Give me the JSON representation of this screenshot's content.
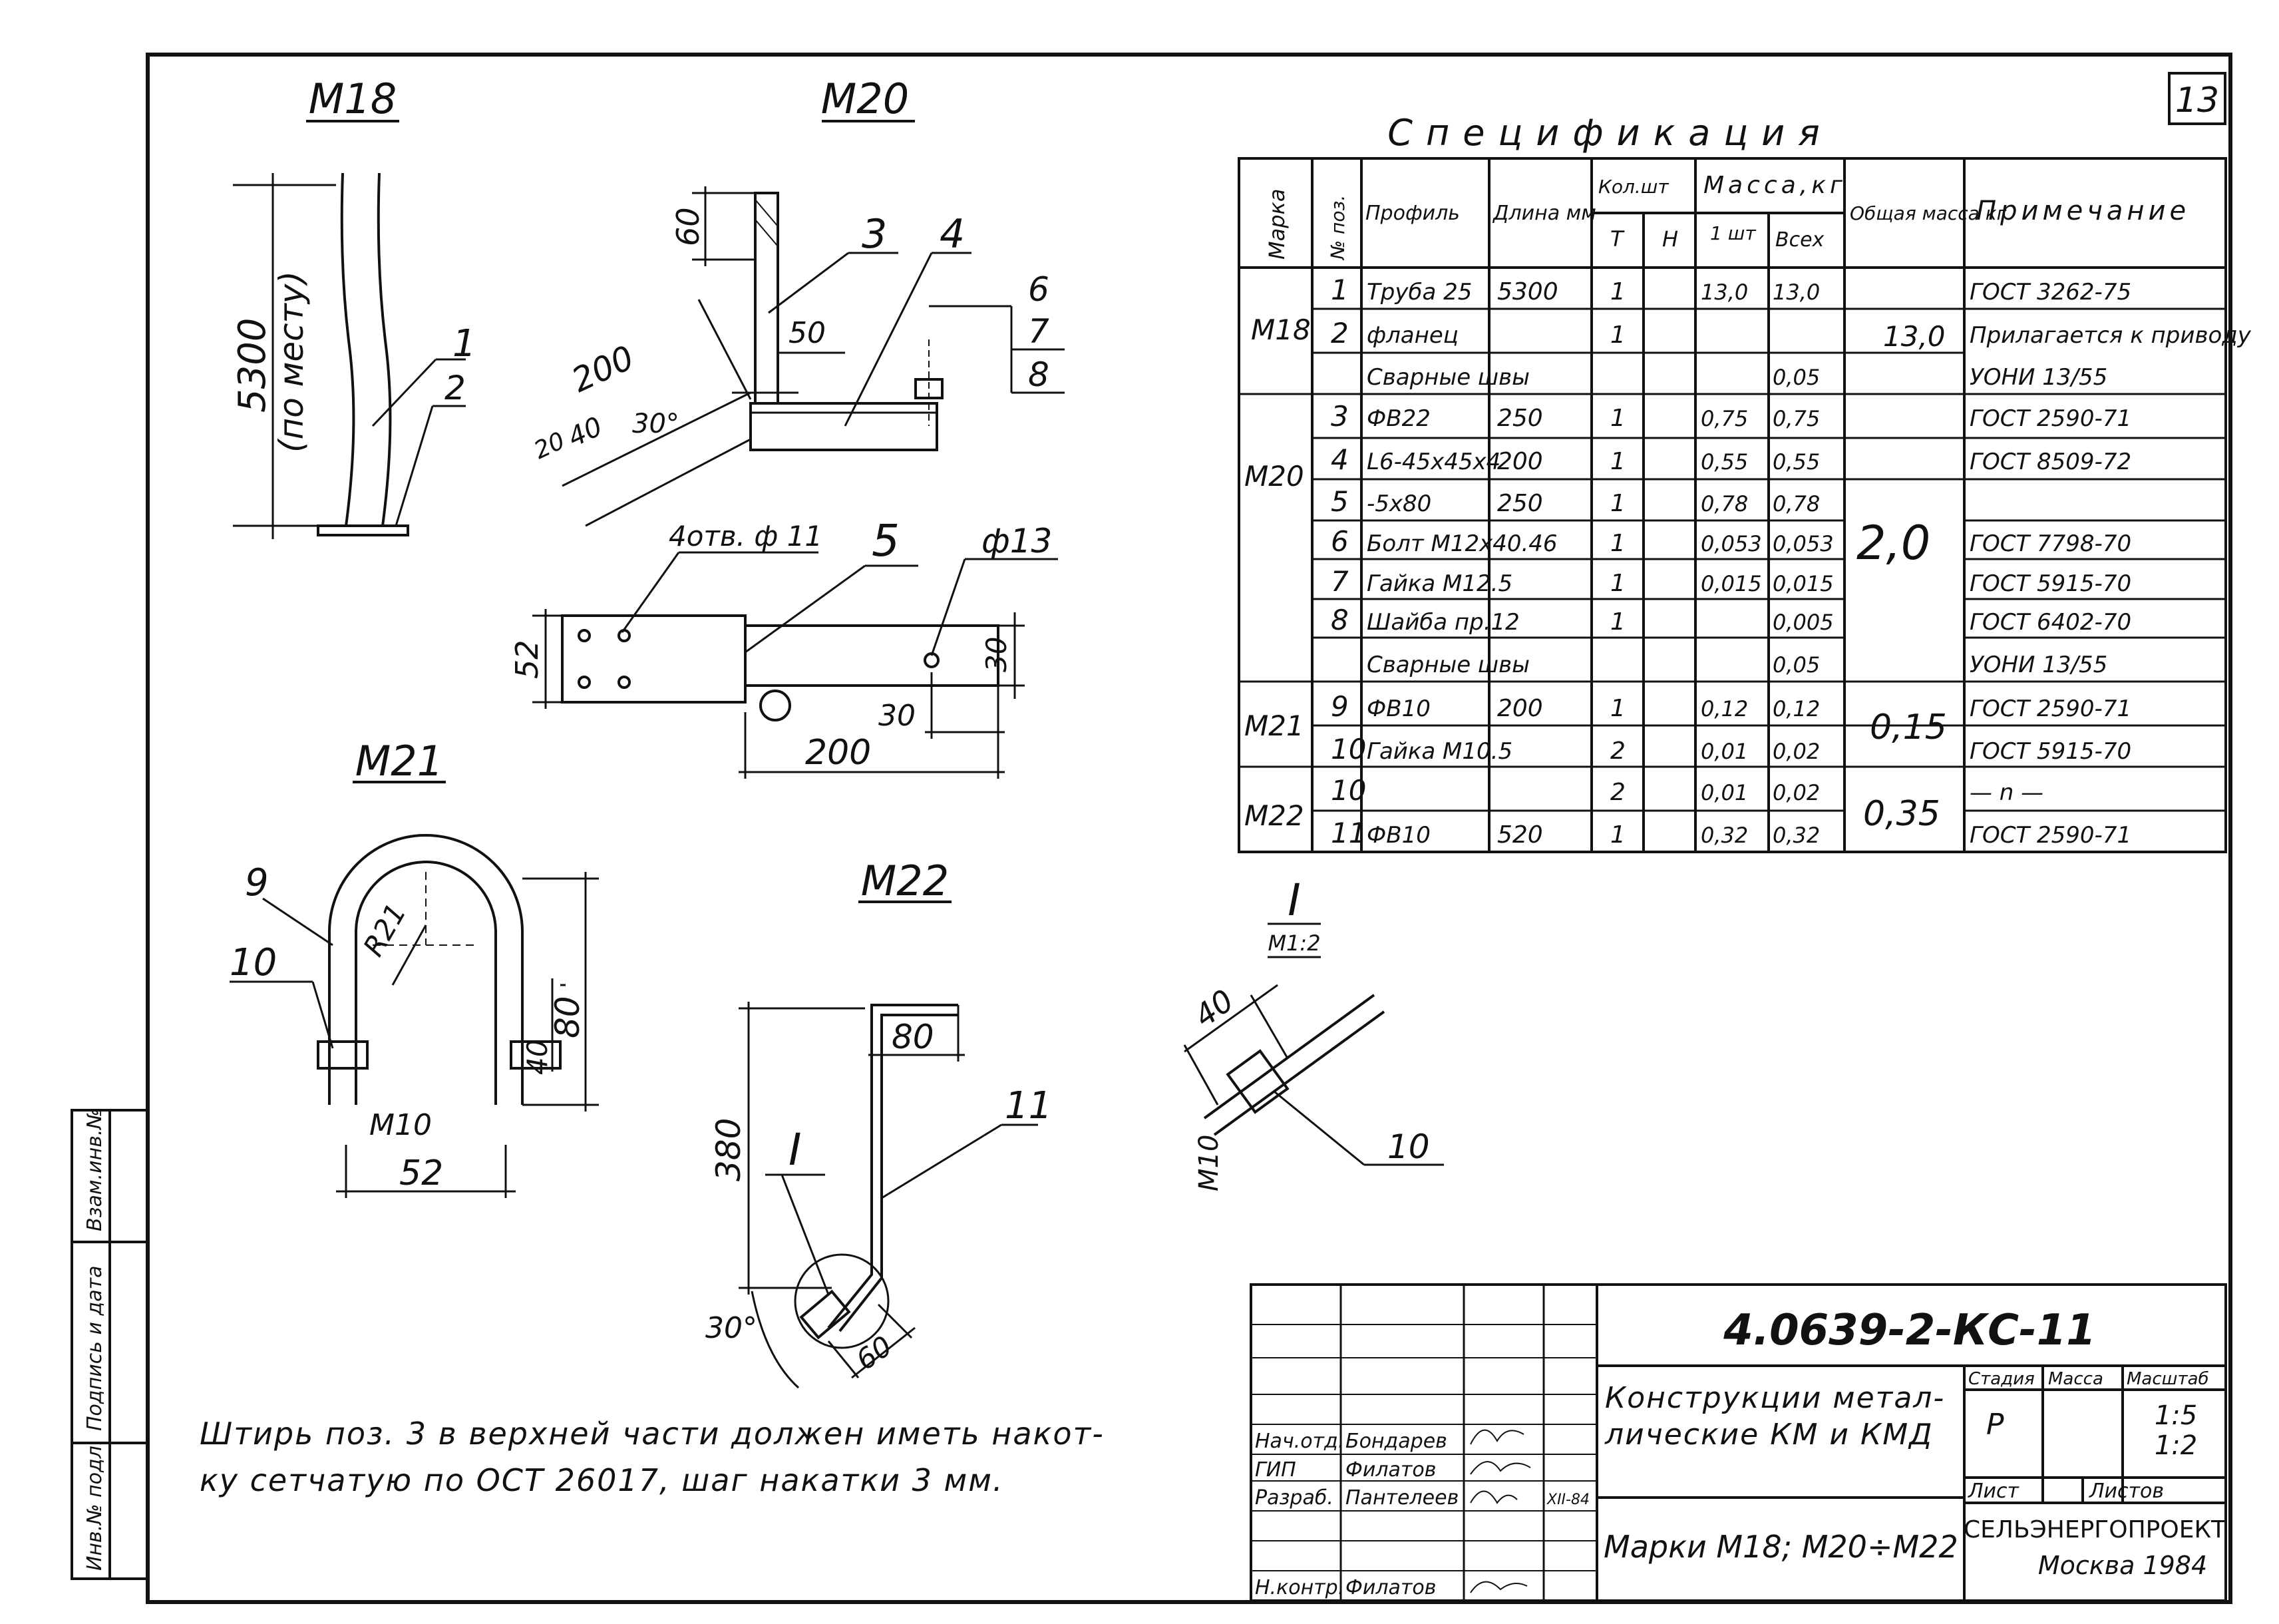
{
  "sheet": {
    "number": "13",
    "note": [
      "Штирь поз. 3 в верхней части должен иметь накот-",
      "ку сетчатую по ОСТ 26017, шаг накатки  3 мм."
    ]
  },
  "views": {
    "m18": {
      "title": "М18",
      "dim_length": "5300",
      "dim_note": "(по месту)",
      "pos1": "1",
      "pos2": "2"
    },
    "m20": {
      "title": "М20",
      "d60": "60",
      "d200": "200",
      "d50": "50",
      "d20": "20",
      "d40": "40",
      "ang30": "30°",
      "p3": "3",
      "p4": "4",
      "p6": "6",
      "p7": "7",
      "p8": "8",
      "p5": "5",
      "holes": "4отв. ф 11",
      "d13": "ф13",
      "d52": "52",
      "d30a": "30",
      "d30b": "30",
      "d200b": "200"
    },
    "m21": {
      "title": "М21",
      "p9": "9",
      "p10": "10",
      "r21": "R21",
      "d80": "80",
      "d40": "40",
      "thread": "М10",
      "d52": "52"
    },
    "m22": {
      "title": "М22",
      "d380": "380",
      "d80": "80",
      "p11": "11",
      "callout": "I",
      "d30": "30°",
      "d60": "60"
    },
    "detail": {
      "title": "I",
      "scale": "М1:2",
      "d40": "40",
      "thread": "М10",
      "p10": "10"
    }
  },
  "spec": {
    "title": "Спецификация",
    "headers": {
      "mark": "Марка",
      "pos": "№ поз.",
      "profile": "Профиль",
      "length": "Длина мм",
      "qty": "Кол.шт",
      "t": "Т",
      "n": "Н",
      "mass": "Масса,кг",
      "one": "1 шт",
      "all": "Всех",
      "total": "Общая масса кг",
      "note": "Примечание"
    },
    "rows": [
      {
        "pos": "1",
        "profile": "Труба 25",
        "length": "5300",
        "qty": "1",
        "one": "13,0",
        "all": "13,0",
        "note": "ГОСТ 3262-75"
      },
      {
        "pos": "2",
        "profile": "фланец",
        "length": "",
        "qty": "1",
        "one": "",
        "all": "",
        "note": "Прилагается к приводу"
      },
      {
        "pos": "",
        "profile": "Сварные швы",
        "length": "",
        "qty": "",
        "one": "",
        "all": "0,05",
        "note": "УОНИ 13/55"
      },
      {
        "pos": "3",
        "profile": "ФВ22",
        "length": "250",
        "qty": "1",
        "one": "0,75",
        "all": "0,75",
        "note": "ГОСТ 2590-71"
      },
      {
        "pos": "4",
        "profile": "L6-45x45x4",
        "length": "200",
        "qty": "1",
        "one": "0,55",
        "all": "0,55",
        "note": "ГОСТ 8509-72"
      },
      {
        "pos": "5",
        "profile": "-5x80",
        "length": "250",
        "qty": "1",
        "one": "0,78",
        "all": "0,78",
        "note": ""
      },
      {
        "pos": "6",
        "profile": "Болт М12x40.46",
        "length": "",
        "qty": "1",
        "one": "0,053",
        "all": "0,053",
        "note": "ГОСТ 7798-70"
      },
      {
        "pos": "7",
        "profile": "Гайка М12.5",
        "length": "",
        "qty": "1",
        "one": "0,015",
        "all": "0,015",
        "note": "ГОСТ 5915-70"
      },
      {
        "pos": "8",
        "profile": "Шайба пр.12",
        "length": "",
        "qty": "1",
        "one": "",
        "all": "0,005",
        "note": "ГОСТ 6402-70"
      },
      {
        "pos": "",
        "profile": "Сварные швы",
        "length": "",
        "qty": "",
        "one": "",
        "all": "0,05",
        "note": "УОНИ 13/55"
      },
      {
        "pos": "9",
        "profile": "ФВ10",
        "length": "200",
        "qty": "1",
        "one": "0,12",
        "all": "0,12",
        "note": "ГОСТ 2590-71"
      },
      {
        "pos": "10",
        "profile": "Гайка М10.5",
        "length": "",
        "qty": "2",
        "one": "0,01",
        "all": "0,02",
        "note": "ГОСТ 5915-70"
      },
      {
        "pos": "10",
        "profile": "",
        "length": "",
        "qty": "2",
        "one": "0,01",
        "all": "0,02",
        "note": "— n —"
      },
      {
        "pos": "11",
        "profile": "ФВ10",
        "length": "520",
        "qty": "1",
        "one": "0,32",
        "all": "0,32",
        "note": "ГОСТ 2590-71"
      }
    ],
    "marks": [
      "М18",
      "М20",
      "М21",
      "М22"
    ],
    "totals": [
      "13,0",
      "2,0",
      "0,15",
      "0,35"
    ]
  },
  "title_block": {
    "doc_code": "4.0639-2-КС-11",
    "title": [
      "Конструкции метал-",
      "лические КМ и КМД"
    ],
    "subtitle": "Марки М18; М20÷М22",
    "stage_h": "Стадия",
    "mass_h": "Масса",
    "scale_h": "Масштаб",
    "stage": "Р",
    "scale1": "1:5",
    "scale2": "1:2",
    "sheet_h": "Лист",
    "sheets_h": "Листов",
    "org": "СЕЛЬЭНЕРГОПРОЕКТ",
    "city": "Москва 1984",
    "roles": [
      "Нач.отд.",
      "ГИП",
      "Разраб.",
      "Н.контр."
    ],
    "names": [
      "Бондарев",
      "Филатов",
      "Пантелеев",
      "Филатов"
    ],
    "date": "XII-84",
    "side": [
      "Инв.№ подл.",
      "Подпись и дата",
      "Взам.инв.№"
    ]
  }
}
